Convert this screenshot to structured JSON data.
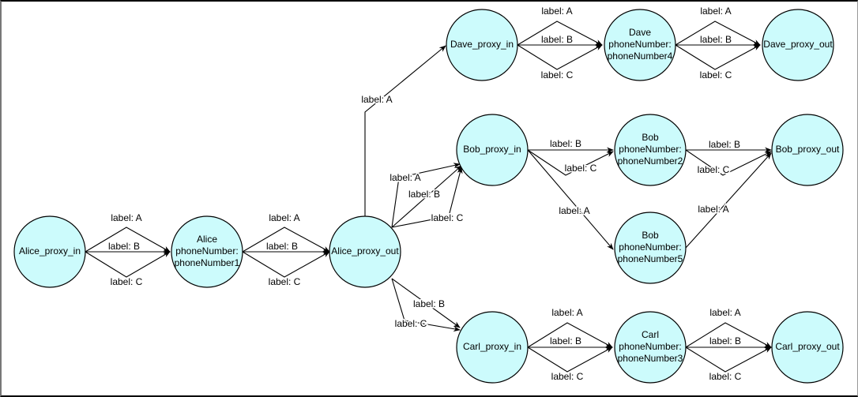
{
  "diagram": {
    "nodes": [
      {
        "id": "alice_in",
        "lines": [
          "Alice_proxy_in"
        ]
      },
      {
        "id": "alice_ph",
        "lines": [
          "Alice",
          "phoneNumber:",
          "phoneNumber1"
        ]
      },
      {
        "id": "alice_out",
        "lines": [
          "Alice_proxy_out"
        ]
      },
      {
        "id": "dave_in",
        "lines": [
          "Dave_proxy_in"
        ]
      },
      {
        "id": "dave_ph",
        "lines": [
          "Dave",
          "phoneNumber:",
          "phoneNumber4"
        ]
      },
      {
        "id": "dave_out",
        "lines": [
          "Dave_proxy_out"
        ]
      },
      {
        "id": "bob_in",
        "lines": [
          "Bob_proxy_in"
        ]
      },
      {
        "id": "bob_ph2",
        "lines": [
          "Bob",
          "phoneNumber:",
          "phoneNumber2"
        ]
      },
      {
        "id": "bob_ph5",
        "lines": [
          "Bob",
          "phoneNumber:",
          "phoneNumber5"
        ]
      },
      {
        "id": "bob_out",
        "lines": [
          "Bob_proxy_out"
        ]
      },
      {
        "id": "carl_in",
        "lines": [
          "Carl_proxy_in"
        ]
      },
      {
        "id": "carl_ph",
        "lines": [
          "Carl",
          "phoneNumber:",
          "phoneNumber3"
        ]
      },
      {
        "id": "carl_out",
        "lines": [
          "Carl_proxy_out"
        ]
      }
    ],
    "edges": [
      {
        "from": "alice_in",
        "to": "alice_ph",
        "label": "label: A"
      },
      {
        "from": "alice_in",
        "to": "alice_ph",
        "label": "label: B"
      },
      {
        "from": "alice_in",
        "to": "alice_ph",
        "label": "label: C"
      },
      {
        "from": "alice_ph",
        "to": "alice_out",
        "label": "label: A"
      },
      {
        "from": "alice_ph",
        "to": "alice_out",
        "label": "label: B"
      },
      {
        "from": "alice_ph",
        "to": "alice_out",
        "label": "label: C"
      },
      {
        "from": "alice_out",
        "to": "dave_in",
        "label": "label: A"
      },
      {
        "from": "alice_out",
        "to": "bob_in",
        "label": "label: A"
      },
      {
        "from": "alice_out",
        "to": "bob_in",
        "label": "label: B"
      },
      {
        "from": "alice_out",
        "to": "bob_in",
        "label": "label: C"
      },
      {
        "from": "alice_out",
        "to": "carl_in",
        "label": "label: B"
      },
      {
        "from": "alice_out",
        "to": "carl_in",
        "label": "label: C"
      },
      {
        "from": "dave_in",
        "to": "dave_ph",
        "label": "label: A"
      },
      {
        "from": "dave_in",
        "to": "dave_ph",
        "label": "label: B"
      },
      {
        "from": "dave_in",
        "to": "dave_ph",
        "label": "label: C"
      },
      {
        "from": "dave_ph",
        "to": "dave_out",
        "label": "label: A"
      },
      {
        "from": "dave_ph",
        "to": "dave_out",
        "label": "label: B"
      },
      {
        "from": "dave_ph",
        "to": "dave_out",
        "label": "label: C"
      },
      {
        "from": "bob_in",
        "to": "bob_ph2",
        "label": "label: B"
      },
      {
        "from": "bob_in",
        "to": "bob_ph2",
        "label": "label: C"
      },
      {
        "from": "bob_in",
        "to": "bob_ph5",
        "label": "label: A"
      },
      {
        "from": "bob_ph2",
        "to": "bob_out",
        "label": "label: B"
      },
      {
        "from": "bob_ph2",
        "to": "bob_out",
        "label": "label: C"
      },
      {
        "from": "bob_ph5",
        "to": "bob_out",
        "label": "label: A"
      },
      {
        "from": "carl_in",
        "to": "carl_ph",
        "label": "label: A"
      },
      {
        "from": "carl_in",
        "to": "carl_ph",
        "label": "label: B"
      },
      {
        "from": "carl_in",
        "to": "carl_ph",
        "label": "label: C"
      },
      {
        "from": "carl_ph",
        "to": "carl_out",
        "label": "label: A"
      },
      {
        "from": "carl_ph",
        "to": "carl_out",
        "label": "label: B"
      },
      {
        "from": "carl_ph",
        "to": "carl_out",
        "label": "label: C"
      }
    ],
    "colors": {
      "node_fill": "#ccfbfc",
      "stroke": "#000000"
    }
  }
}
